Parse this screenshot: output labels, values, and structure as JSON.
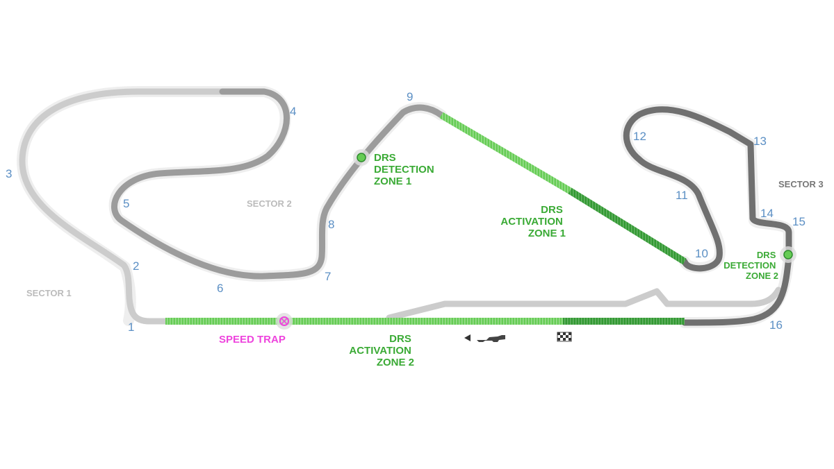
{
  "colors": {
    "sector1": "#cccccc",
    "sector2": "#9c9c9c",
    "sector3": "#707070",
    "pitlane": "#dddddd",
    "drs_light": "#66cc55",
    "drs_dark": "#339933",
    "drs_text": "#3aaa35",
    "speed_trap": "#ee44dd",
    "turn_number": "#5b8fc4",
    "sector_label": "#bbbbbb",
    "sector_label_dark": "#777777"
  },
  "turns": [
    "1",
    "2",
    "3",
    "4",
    "5",
    "6",
    "7",
    "8",
    "9",
    "10",
    "11",
    "12",
    "13",
    "14",
    "15",
    "16"
  ],
  "sectors": {
    "s1": "SECTOR 1",
    "s2": "SECTOR 2",
    "s3": "SECTOR 3"
  },
  "drs": {
    "detection1": [
      "DRS",
      "DETECTION",
      "ZONE 1"
    ],
    "activation1": [
      "DRS",
      "ACTIVATION",
      "ZONE 1"
    ],
    "detection2": [
      "DRS",
      "DETECTION",
      "ZONE 2"
    ],
    "activation2": [
      "DRS",
      "ACTIVATION",
      "ZONE 2"
    ]
  },
  "speed_trap": "SPEED TRAP",
  "icons": {
    "direction": "direction-arrow-icon",
    "car": "car-icon",
    "finish": "checkered-flag-icon"
  }
}
